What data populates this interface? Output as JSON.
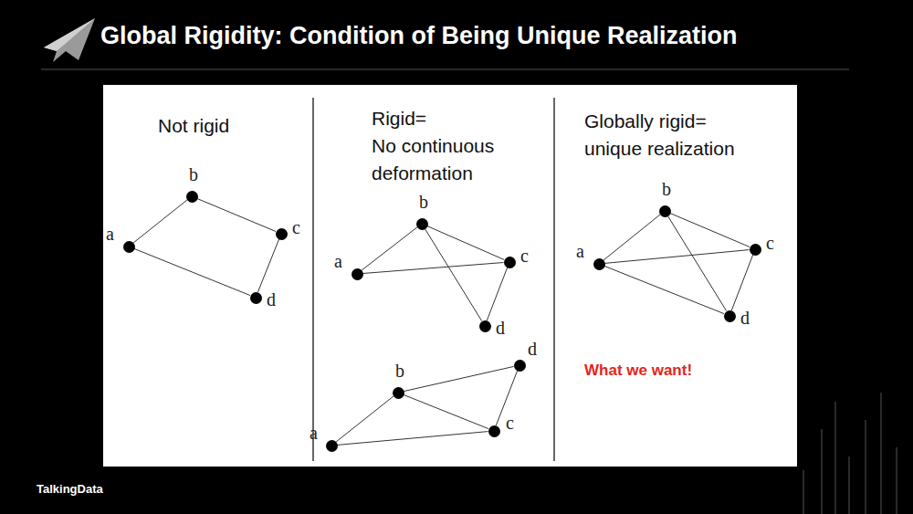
{
  "diagram": {
    "title": "Global Rigidity: Condition of Being Unique Realization",
    "nodes": [
      {
        "text": [
          "a"
        ]
      },
      {
        "text": [
          "b"
        ]
      },
      {
        "text": [
          "c"
        ]
      },
      {
        "text": [
          "d"
        ]
      },
      {
        "text": [
          "a"
        ]
      },
      {
        "text": [
          "b"
        ]
      },
      {
        "text": [
          "c"
        ]
      },
      {
        "text": [
          "d"
        ]
      },
      {
        "text": [
          "a"
        ]
      },
      {
        "text": [
          "b"
        ]
      },
      {
        "text": [
          "c"
        ]
      },
      {
        "text": [
          "d"
        ]
      },
      {
        "text": [
          "a"
        ]
      },
      {
        "text": [
          "b"
        ]
      },
      {
        "text": [
          "c"
        ]
      },
      {
        "text": [
          "d"
        ]
      }
    ],
    "edges": [
      {
        "from": 0,
        "to": 1,
        "arrow": "none"
      },
      {
        "from": 1,
        "to": 2,
        "arrow": "none"
      },
      {
        "from": 2,
        "to": 3,
        "arrow": "none"
      },
      {
        "from": 0,
        "to": 3,
        "arrow": "none"
      },
      {
        "from": 4,
        "to": 5,
        "arrow": "none"
      },
      {
        "from": 5,
        "to": 6,
        "arrow": "none"
      },
      {
        "from": 4,
        "to": 6,
        "arrow": "none"
      },
      {
        "from": 5,
        "to": 7,
        "arrow": "none"
      },
      {
        "from": 6,
        "to": 7,
        "arrow": "none"
      },
      {
        "from": 8,
        "to": 9,
        "arrow": "none"
      },
      {
        "from": 9,
        "to": 10,
        "arrow": "none"
      },
      {
        "from": 8,
        "to": 10,
        "arrow": "none"
      },
      {
        "from": 9,
        "to": 11,
        "arrow": "none"
      },
      {
        "from": 10,
        "to": 11,
        "arrow": "none"
      },
      {
        "from": 12,
        "to": 13,
        "arrow": "none"
      },
      {
        "from": 13,
        "to": 14,
        "arrow": "none"
      },
      {
        "from": 12,
        "to": 14,
        "arrow": "none"
      },
      {
        "from": 12,
        "to": 15,
        "arrow": "none"
      },
      {
        "from": 13,
        "to": 15,
        "arrow": "none"
      },
      {
        "from": 14,
        "to": 15,
        "arrow": "none"
      }
    ],
    "labels": [
      "Not rigid",
      "Rigid= No continuous deformation",
      "Globally rigid= unique realization",
      "What we want!",
      "TalkingData"
    ]
  }
}
